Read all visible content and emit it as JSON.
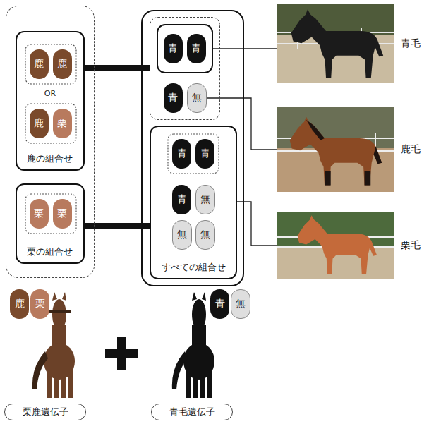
{
  "diagram": {
    "nodes": [
      {
        "text": []
      },
      {
        "text": [
          "鹿の組合せ"
        ],
        "in": 0
      },
      {
        "text": [
          "鹿"
        ],
        "in": 1
      },
      {
        "text": [
          "鹿"
        ],
        "in": 1
      },
      {
        "text": [
          "鹿"
        ],
        "in": 1
      },
      {
        "text": [
          "栗"
        ],
        "in": 1
      },
      {
        "text": [
          "栗の組合せ"
        ],
        "in": 0
      },
      {
        "text": [
          "栗"
        ],
        "in": 6
      },
      {
        "text": [
          "栗"
        ],
        "in": 6
      },
      {
        "text": []
      },
      {
        "text": [],
        "in": 9
      },
      {
        "text": [],
        "in": 10
      },
      {
        "text": [
          "青"
        ],
        "in": 11
      },
      {
        "text": [
          "青"
        ],
        "in": 11
      },
      {
        "text": [
          "青"
        ],
        "in": 10
      },
      {
        "text": [
          "無"
        ],
        "in": 10
      },
      {
        "text": [
          "すべての組合せ"
        ],
        "in": 9
      },
      {
        "text": [
          "青"
        ],
        "in": 16
      },
      {
        "text": [
          "青"
        ],
        "in": 16
      },
      {
        "text": [
          "青"
        ],
        "in": 16
      },
      {
        "text": [
          "無"
        ],
        "in": 16
      },
      {
        "text": [
          "無"
        ],
        "in": 16
      },
      {
        "text": [
          "無"
        ],
        "in": 16
      },
      {
        "text": [
          "青毛"
        ]
      },
      {
        "text": [
          "鹿毛"
        ]
      },
      {
        "text": [
          "栗毛"
        ]
      },
      {
        "text": [
          "鹿"
        ]
      },
      {
        "text": [
          "栗"
        ]
      },
      {
        "text": [
          "青"
        ]
      },
      {
        "text": [
          "無"
        ]
      },
      {
        "text": [
          "栗鹿遺伝子"
        ]
      },
      {
        "text": [
          "青毛遺伝子"
        ]
      }
    ],
    "edges": [
      {
        "from": 1,
        "to": 10,
        "arrow": "none"
      },
      {
        "from": 6,
        "to": 16,
        "arrow": "none"
      },
      {
        "from": 11,
        "to": 23,
        "arrow": "none"
      },
      {
        "from": 15,
        "to": 24,
        "arrow": "none"
      },
      {
        "from": 16,
        "to": 25,
        "arrow": "none"
      }
    ],
    "labels": [
      "OR"
    ]
  }
}
